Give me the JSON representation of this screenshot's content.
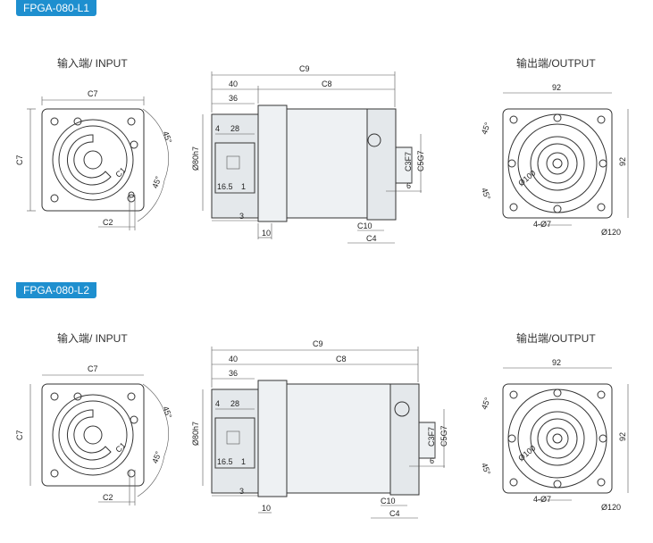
{
  "sections": [
    {
      "model": "FPGA-080-L1",
      "input_title": "输入端/ INPUT",
      "output_title": "输出端/OUTPUT",
      "input_dims": {
        "c7_top": "C7",
        "c7_side": "C7",
        "c1": "C1",
        "c2": "C2",
        "a45a": "45°",
        "a45b": "45°"
      },
      "side_dims": {
        "c9": "C9",
        "d40": "40",
        "c8": "C8",
        "d36": "36",
        "d4": "4",
        "d28": "28",
        "d80": "Ø80h7",
        "d16": "16.5",
        "d1": "1",
        "d3": "3",
        "d10": "10",
        "c3": "C3F7",
        "c5": "C5G7",
        "d6": "6",
        "c10": "C10",
        "c4": "C4"
      },
      "output_dims": {
        "d92_top": "92",
        "d92_side": "92",
        "a45a": "45°",
        "a45b": "45°",
        "d100": "Ø100",
        "hole": "4-Ø7",
        "d120": "Ø120"
      }
    },
    {
      "model": "FPGA-080-L2",
      "input_title": "输入端/ INPUT",
      "output_title": "输出端/OUTPUT",
      "input_dims": {
        "c7_top": "C7",
        "c7_side": "C7",
        "c1": "C1",
        "c2": "C2",
        "a45a": "45°",
        "a45b": "45°"
      },
      "side_dims": {
        "c9": "C9",
        "d40": "40",
        "c8": "C8",
        "d36": "36",
        "d4": "4",
        "d28": "28",
        "d80": "Ø80h7",
        "d16": "16.5",
        "d1": "1",
        "d3": "3",
        "d10": "10",
        "c3": "C3F7",
        "c5": "C5G7",
        "d6": "6",
        "c10": "C10",
        "c4": "C4"
      },
      "output_dims": {
        "d92_top": "92",
        "d92_side": "92",
        "a45a": "45°",
        "a45b": "45°",
        "d100": "Ø100",
        "hole": "4-Ø7",
        "d120": "Ø120"
      }
    }
  ]
}
